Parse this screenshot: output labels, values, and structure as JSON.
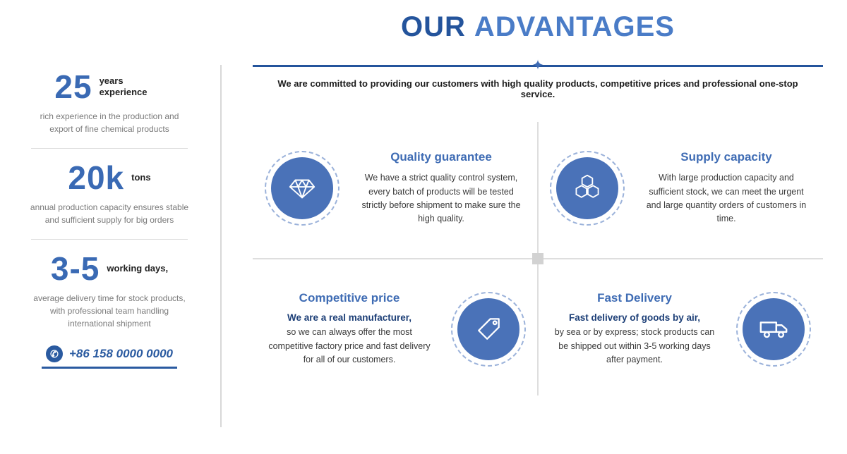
{
  "header": {
    "title_prefix": "OUR",
    "title_suffix": "ADVANTAGES",
    "subtitle": "We are committed to providing our customers with high quality products, competitive prices and professional one-stop service."
  },
  "icons": {
    "star": "✦",
    "phone": "✆"
  },
  "stats": [
    {
      "value": "25",
      "unit": "years experience",
      "desc": "rich experience in the production and export of fine chemical products"
    },
    {
      "value": "20k",
      "unit": "tons",
      "desc": "annual production capacity ensures stable and sufficient supply for big orders"
    },
    {
      "value": "3-5",
      "unit": "working days,",
      "desc": "average delivery time for stock products, with professional team handling international shipment"
    }
  ],
  "contact": {
    "label": "+86 158 0000 0000"
  },
  "quadrants": [
    {
      "title": "Quality guarantee",
      "lead": "",
      "text": "We have a strict quality control system, every batch of products will be tested strictly before shipment to make sure the high quality."
    },
    {
      "title": "Supply capacity",
      "lead": "",
      "text": "With large production capacity and sufficient stock, we can meet the urgent and large quantity orders of customers in time."
    },
    {
      "title": "Competitive price",
      "lead": "We are a real manufacturer,",
      "text": "so we can always offer the most competitive factory price and fast delivery for all of our customers."
    },
    {
      "title": "Fast Delivery",
      "lead": "Fast delivery of goods by air,",
      "text": "by sea or by express; stock products can be shipped out within 3-5 working days after payment."
    }
  ]
}
